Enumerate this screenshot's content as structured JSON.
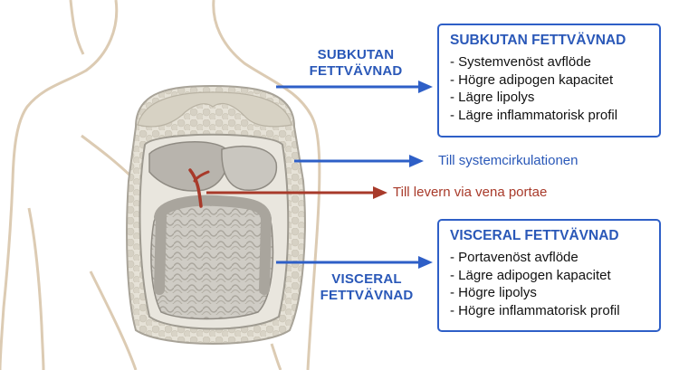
{
  "subcutaneous": {
    "side_label_line1": "SUBKUTAN",
    "side_label_line2": "FETTVÄVNAD",
    "box_title": "SUBKUTAN FETTVÄVNAD",
    "items": [
      "- Systemvenöst avflöde",
      "- Högre adipogen kapacitet",
      "- Lägre lipolys",
      "- Lägre inflammatorisk profil"
    ]
  },
  "circulation_label": "Till systemcirkulationen",
  "portal_label": "Till levern via vena portae",
  "visceral": {
    "side_label_line1": "VISCERAL",
    "side_label_line2": "FETTVÄVNAD",
    "box_title": "VISCERAL FETTVÄVNAD",
    "items": [
      "- Portavenöst avflöde",
      "- Lägre adipogen kapacitet",
      "- Högre lipolys",
      "- Högre inflammatorisk profil"
    ]
  },
  "colors": {
    "blue": "#2e5fc7",
    "red": "#a83a2a",
    "body_outline": "#d9c8b0",
    "fat": "#dedad0",
    "organ": "#bdbab3"
  }
}
